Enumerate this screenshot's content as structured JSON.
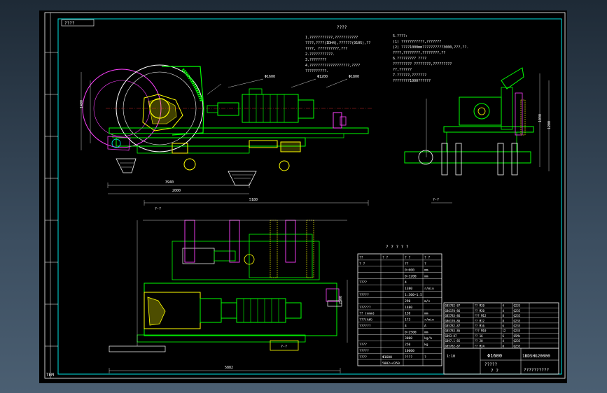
{
  "drawing": {
    "notes_title": "????",
    "tech_notes": [
      "1.???????????,???????????",
      "  ????,????(IDH4),??????(9105),??",
      "  ????, ??????????,???",
      "2.???????????.",
      "3.????????",
      "4.???????????????????,????",
      "  ??????????."
    ],
    "notes_right": [
      "5.????:",
      "(1) ???????????,???????",
      "(2) ????1000mm??????????3000,???,??.",
      "    ????,????????,????????,??",
      "6.?????????  ????",
      "   ????????? ????????,?????????",
      "   ??,??????",
      "7.??????,???????",
      "   ????????1000??????"
    ],
    "table_title": "? ? ? ? ?",
    "param_table": [
      [
        "??",
        "? ?",
        "? ?",
        "? ?"
      ],
      [
        "? ?",
        "",
        "??",
        "?"
      ],
      [
        "",
        "",
        "0~600",
        "mm"
      ],
      [
        "",
        "",
        "0~1200",
        "mm"
      ],
      [
        "????",
        "",
        "4",
        ""
      ],
      [
        "",
        "",
        "1380",
        "r/min"
      ],
      [
        "?????",
        "",
        "1:300~1:5",
        ""
      ],
      [
        "",
        "",
        "290",
        "m/s"
      ],
      [
        "??????",
        "",
        "1480",
        ""
      ],
      [
        "?? (mmm)",
        "",
        "130",
        "mm"
      ],
      [
        "???(kW)",
        "",
        "1?3",
        "r/min"
      ],
      [
        "??????",
        "",
        "4",
        "A"
      ],
      [
        "",
        "",
        "0~2500",
        "mm"
      ],
      [
        "",
        "",
        "3000",
        "kg/h"
      ],
      [
        "????",
        "",
        "250",
        "kg"
      ],
      [
        "?????",
        "",
        "10000",
        ""
      ],
      [
        "????",
        "Φ1600",
        "????",
        "?"
      ],
      [
        "",
        "5882×4350",
        "",
        ""
      ]
    ],
    "parts_list": [
      [
        "GB5782-87",
        "?? M20",
        "4",
        "Q235"
      ],
      [
        "GB6170-86",
        "?? M20",
        "4",
        "Q235"
      ],
      [
        "GB5783-86",
        "??? M12",
        "8",
        "Q235"
      ],
      [
        "GB6170-86",
        "?? M12",
        "8",
        "Q235"
      ],
      [
        "GB5782-87",
        "?? M16",
        "6",
        "Q235"
      ],
      [
        "GB5783-86",
        "??? M10",
        "12",
        "Q235"
      ],
      [
        "GB93-87",
        "?? 16",
        "6",
        "65Mn"
      ],
      [
        "GB97.1-85",
        "?? 20",
        "4",
        "Q235"
      ],
      [
        "GB5782-87",
        "?? M24",
        "8",
        "Q235"
      ]
    ],
    "title_block": {
      "name": "Φ1600",
      "code": "1BDSHG20000",
      "subtitle": "?????",
      "company": "??????????",
      "scale": "1:10",
      "sheet": "? ?"
    },
    "dimensions_top": [
      "Φ1600",
      "Φ1200",
      "Φ1800",
      "3940",
      "2000",
      "1400",
      "5180",
      "1200",
      "?-?",
      "1090",
      "?-?"
    ],
    "dimensions_bottom": [
      "5882",
      "2500",
      "?-?"
    ],
    "corner_label": "????",
    "sheet_label": "TEM",
    "colors": {
      "frame": "#ffffff",
      "sheet_border": "#00e5e5",
      "green": "#00ff00",
      "yellow": "#ffff00",
      "magenta": "#ff40ff",
      "cyan": "#00ffff",
      "white": "#ffffff",
      "red": "#ff3030"
    }
  }
}
